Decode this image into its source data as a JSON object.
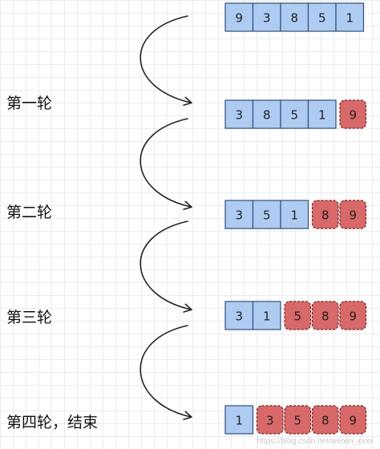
{
  "diagram": {
    "colors": {
      "unsorted_fill": "#aecbf1",
      "unsorted_stroke": "#2f4f7f",
      "sorted_fill": "#d96868",
      "sorted_stroke": "#7a1f1f",
      "arrow": "#222222"
    },
    "rows": [
      {
        "label": "",
        "unsorted": [
          "9",
          "3",
          "8",
          "5",
          "1"
        ],
        "sorted": []
      },
      {
        "label": "第一轮",
        "unsorted": [
          "3",
          "8",
          "5",
          "1"
        ],
        "sorted": [
          "9"
        ]
      },
      {
        "label": "第二轮",
        "unsorted": [
          "3",
          "5",
          "1"
        ],
        "sorted": [
          "8",
          "9"
        ]
      },
      {
        "label": "第三轮",
        "unsorted": [
          "3",
          "1"
        ],
        "sorted": [
          "5",
          "8",
          "9"
        ]
      },
      {
        "label": "第四轮，结束",
        "unsorted": [
          "1"
        ],
        "sorted": [
          "3",
          "5",
          "8",
          "9"
        ]
      }
    ],
    "arrow_icon": "curved-arrow"
  },
  "watermark": "https://blog.csdn.net/weixin_xxxx"
}
